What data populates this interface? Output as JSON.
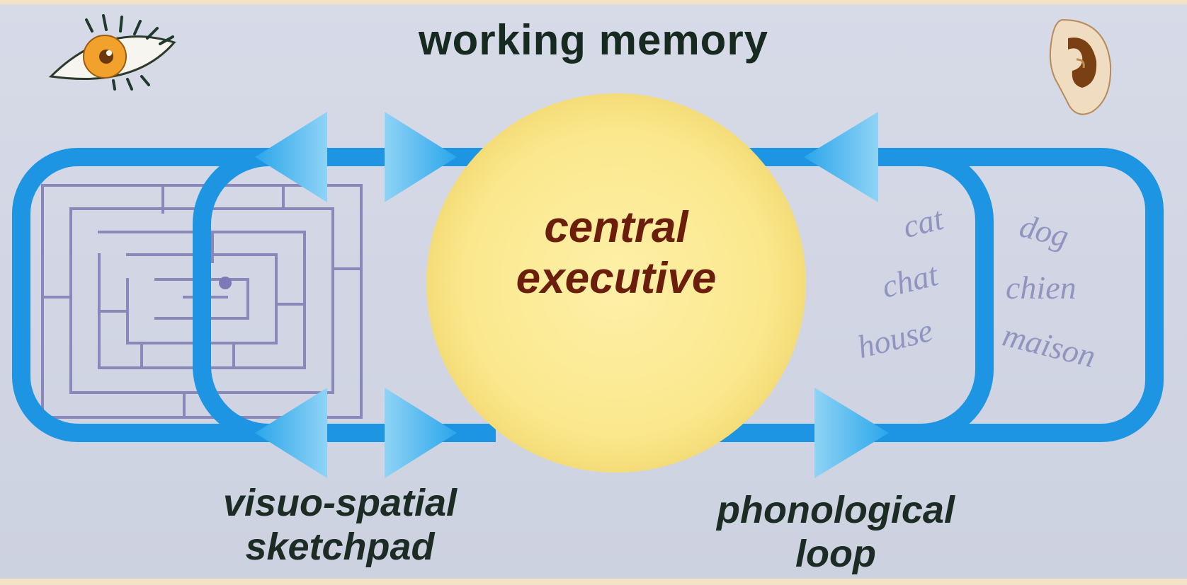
{
  "diagram": {
    "title": "working memory",
    "center": {
      "line1": "central",
      "line2": "executive"
    },
    "visuospatial": {
      "line1": "visuo-spatial",
      "line2": "sketchpad"
    },
    "phonological": {
      "line1": "phonological",
      "line2": "loop"
    },
    "words_left": [
      "cat",
      "chat",
      "house"
    ],
    "words_right": [
      "dog",
      "chien",
      "maison"
    ]
  },
  "colors": {
    "background": "#d4d8e6",
    "loop": "#1e95e3",
    "arrow": "#3fb4ee",
    "circle": "#fbe98f",
    "center_text": "#6b1e0c",
    "label_text": "#1c2c24",
    "word_text": "#8f95bf",
    "maze": "#8a88b8"
  },
  "icons": {
    "top_left": "eye-icon",
    "top_right": "ear-icon"
  }
}
